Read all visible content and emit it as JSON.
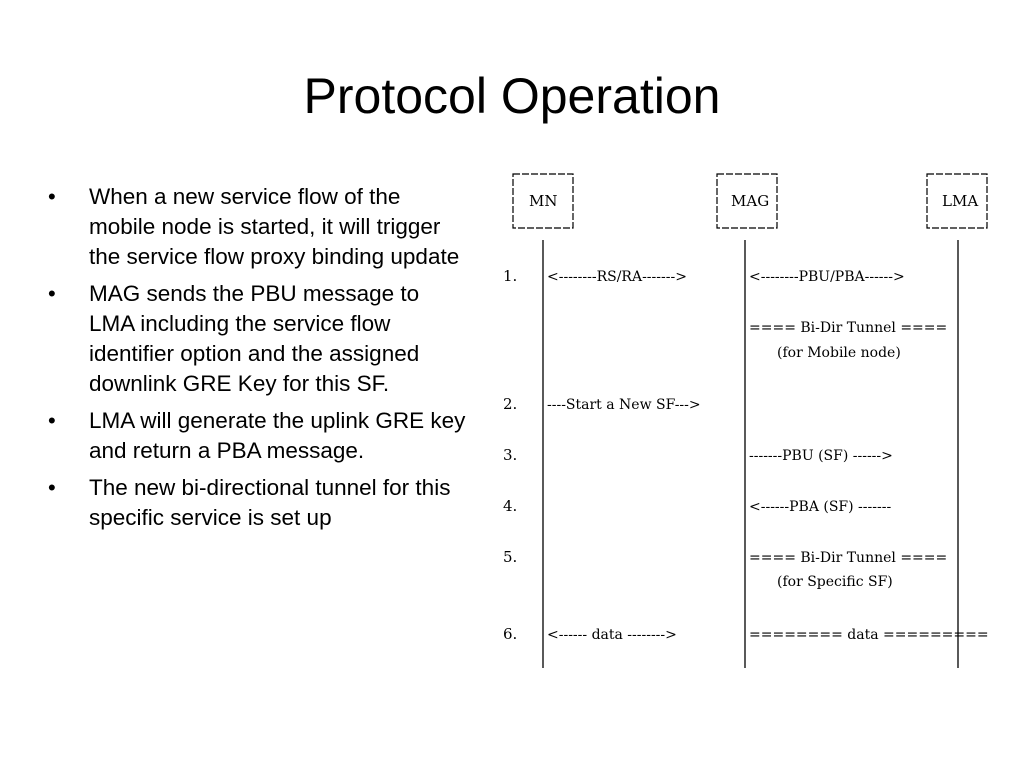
{
  "slide": {
    "title": "Protocol Operation",
    "bullet_glyph": "•",
    "bullets": [
      "When a new service flow of the mobile node is started, it will trigger the service flow proxy binding update",
      "MAG sends the PBU message to LMA including the service flow identifier option and the assigned downlink GRE Key for this SF.",
      "LMA will generate the uplink GRE key and return a PBA message.",
      "The new bi-directional tunnel for this specific service is set up"
    ]
  },
  "diagram": {
    "nodes": [
      "MN",
      "MAG",
      "LMA"
    ],
    "steps": {
      "s1": {
        "num": "1.",
        "a": "<--------RS/RA------->",
        "b": "<--------PBU/PBA------>"
      },
      "tunnel1": {
        "line": "==== Bi-Dir Tunnel ====",
        "note": "(for Mobile node)"
      },
      "s2": {
        "num": "2.",
        "a": "----Start a New SF--->"
      },
      "s3": {
        "num": "3.",
        "b": "-------PBU (SF) ------>"
      },
      "s4": {
        "num": "4.",
        "b": "<------PBA (SF) -------"
      },
      "s5": {
        "num": "5.",
        "line": "==== Bi-Dir Tunnel ====",
        "note": "(for Specific SF)"
      },
      "s6": {
        "num": "6.",
        "a": "<------ data -------->",
        "b": "======== data ========="
      }
    }
  }
}
